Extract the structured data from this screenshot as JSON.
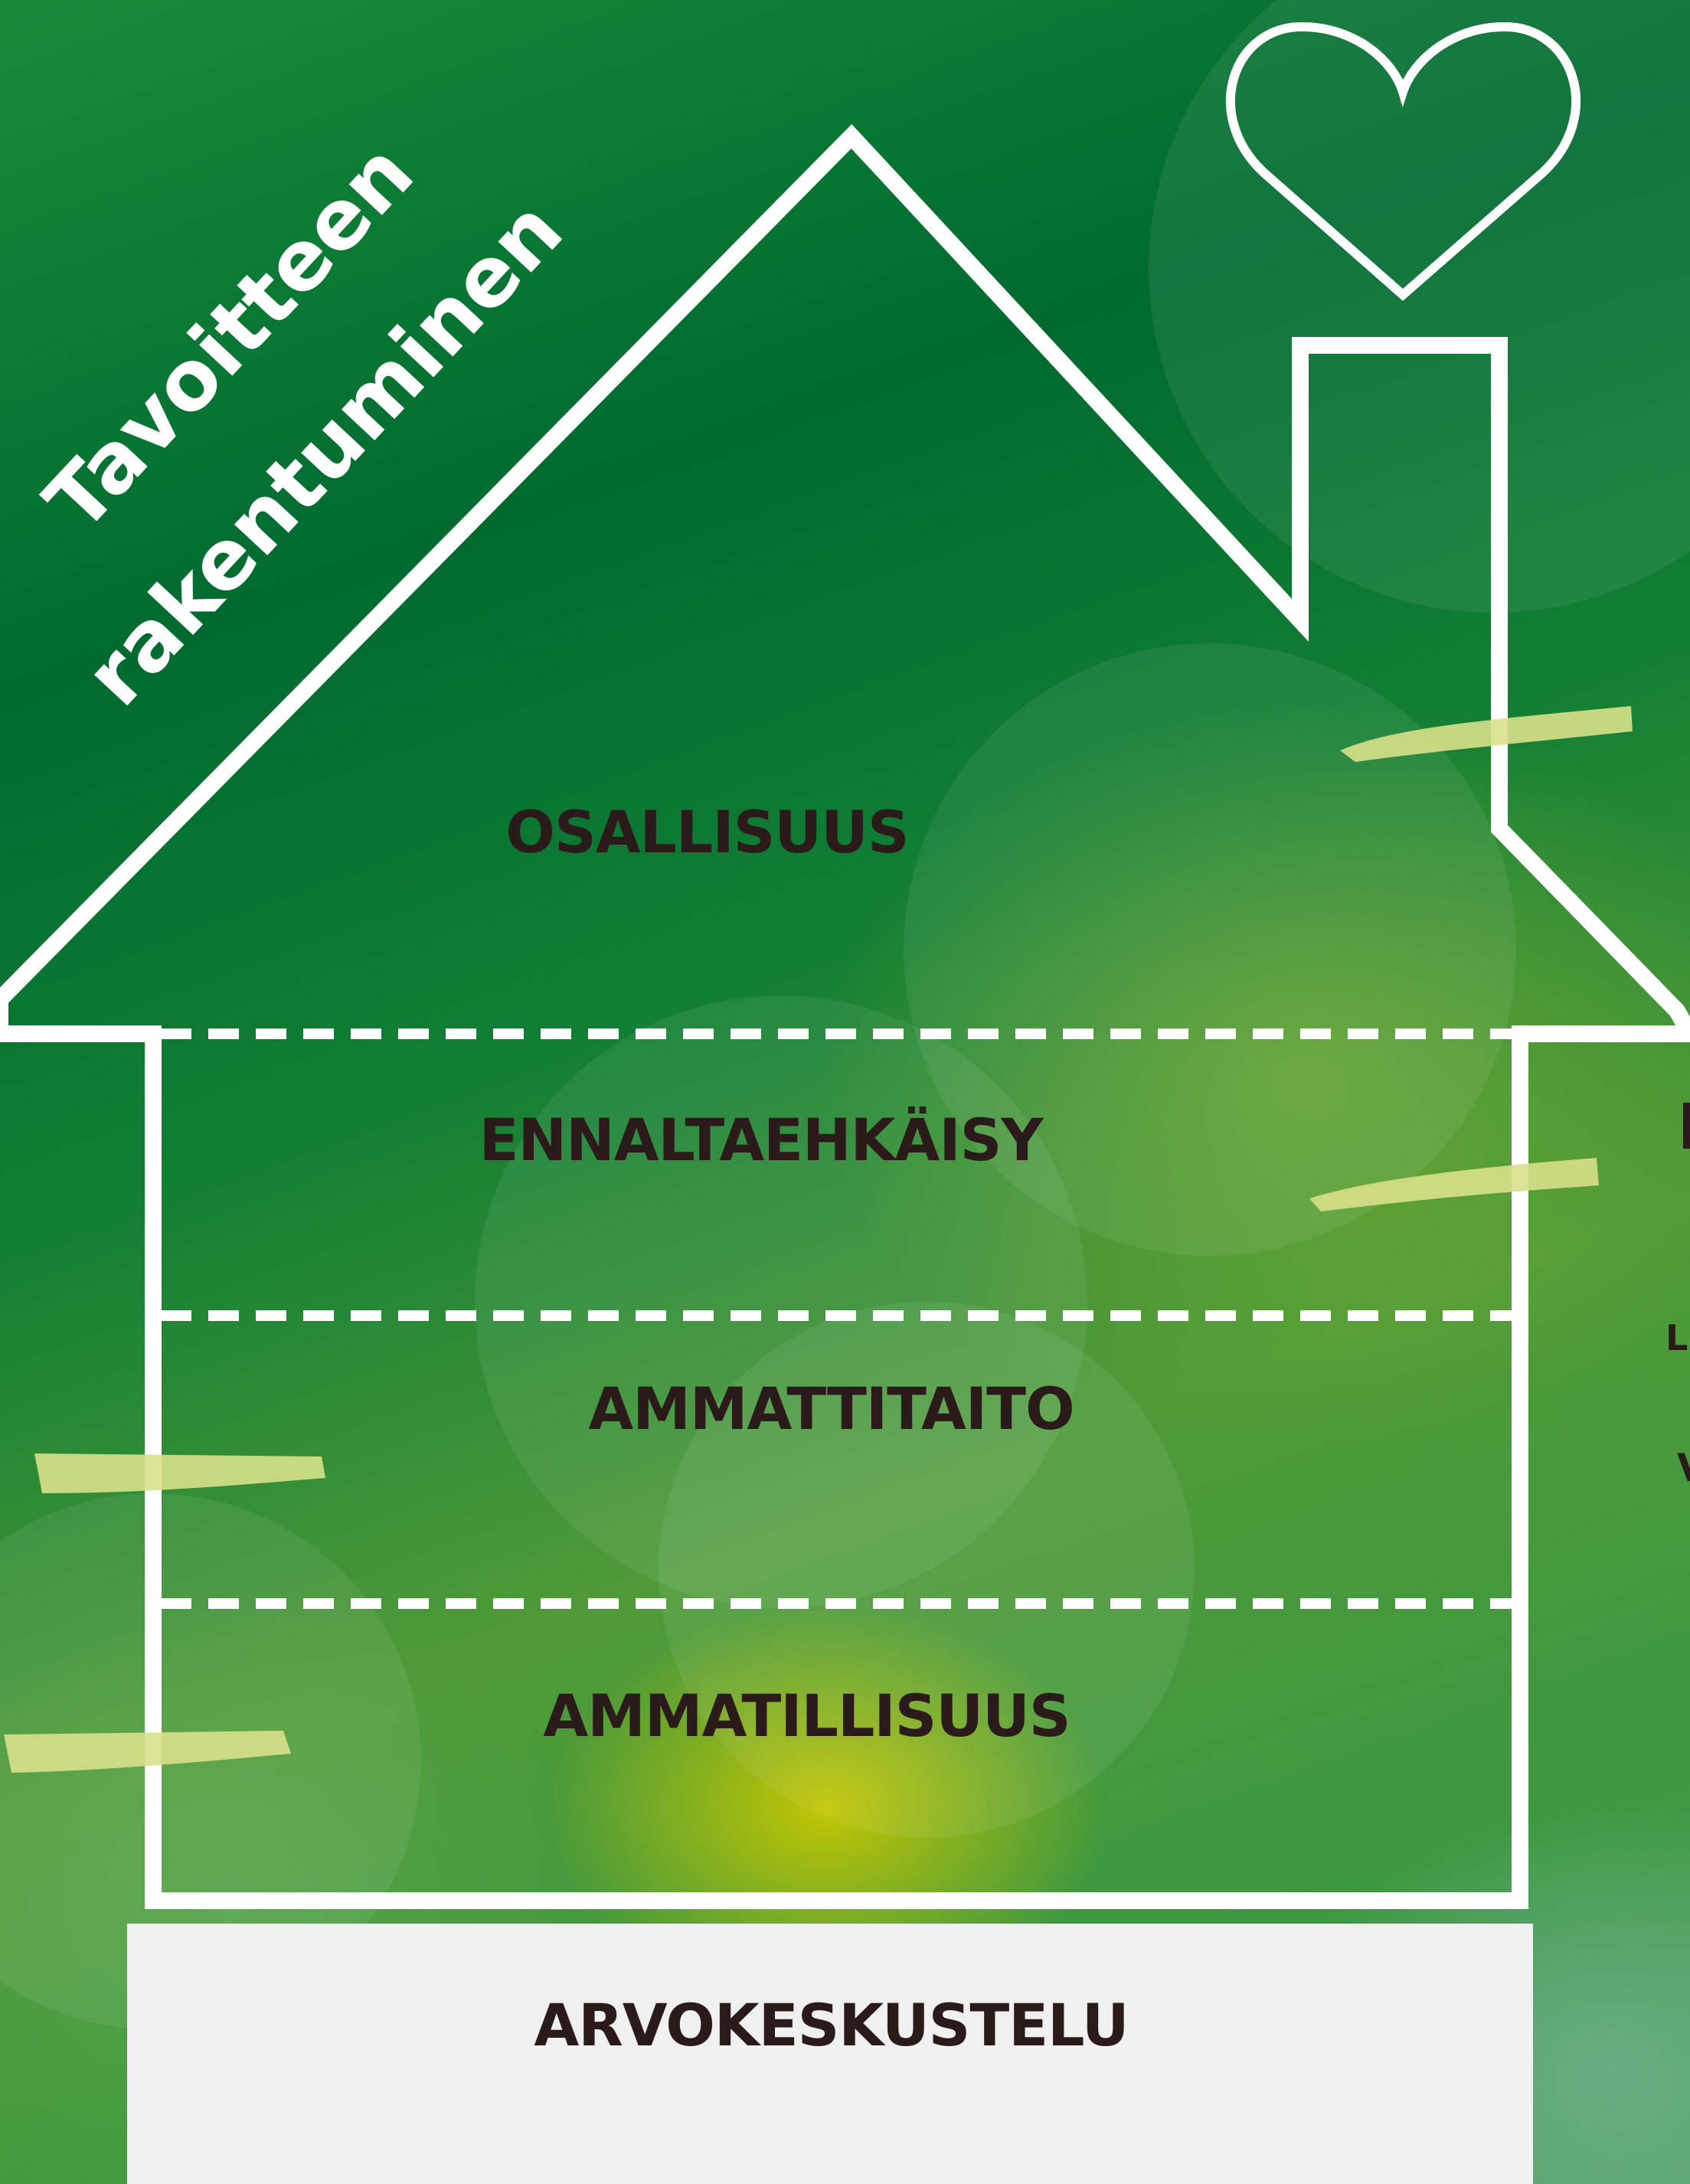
{
  "title": {
    "line1": "Tavoitteen",
    "line2": "rakentuminen"
  },
  "levels": {
    "roof": "OSALLISUUS",
    "floor3": "ENNALTAEHKÄISY",
    "floor2": "AMMATTITAITO",
    "floor1": "AMMATILLISUUS",
    "foundation": "ARVOKESKUSTELU"
  },
  "edge_text": {
    "l": "L",
    "v": "V"
  },
  "colors": {
    "label_text": "#2b1a1a",
    "outline": "#ffffff",
    "foundation": "#f0f0f0",
    "background_green": "#006a30",
    "background_yellow": "#c8c800"
  },
  "icons": [
    "heart-icon",
    "chimney",
    "house-outline"
  ]
}
